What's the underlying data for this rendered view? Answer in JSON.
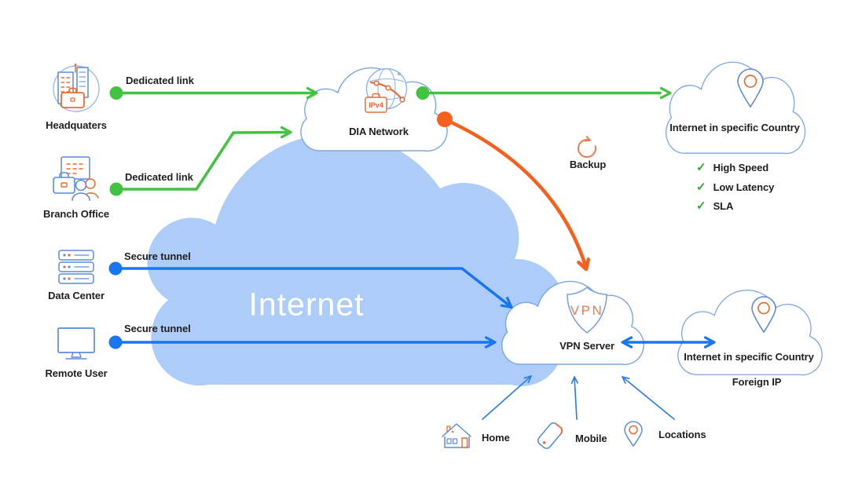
{
  "title": "DIA / VPN network diagram",
  "colors": {
    "arrow_green": "#41c341",
    "arrow_blue": "#1877f0",
    "arrow_orange": "#f5601c",
    "big_cloud_fill": "#adcdf8",
    "cloud_stroke": "#7ba6e4",
    "line_art_blue": "#5c8cdb",
    "line_art_orange": "#ee6a31",
    "check_green": "#2ead2e",
    "text": "#1f1f1f"
  },
  "icons": {
    "check": "✓"
  },
  "nodes": {
    "headquarters": {
      "label": "Headquaters"
    },
    "branch_office": {
      "label": "Branch Office"
    },
    "data_center": {
      "label": "Data Center"
    },
    "remote_user": {
      "label": "Remote User"
    },
    "dia_network": {
      "label": "DIA Network",
      "badge": "IPv4"
    },
    "internet": {
      "label": "Internet"
    },
    "vpn_server": {
      "label": "VPN Server",
      "shield": "VPN"
    },
    "country_top": {
      "label": "Internet in specific Country"
    },
    "country_bottom": {
      "label": "Internet in specific Country",
      "sublabel": "Foreign IP"
    },
    "home": {
      "label": "Home"
    },
    "mobile": {
      "label": "Mobile"
    },
    "locations": {
      "label": "Locations"
    }
  },
  "links": {
    "dedicated_link_hq": "Dedicated link",
    "dedicated_link_branch": "Dedicated link",
    "secure_tunnel_datacenter": "Secure tunnel",
    "secure_tunnel_remote": "Secure tunnel",
    "backup": "Backup"
  },
  "benefits": [
    "High Speed",
    "Low Latency",
    "SLA"
  ]
}
